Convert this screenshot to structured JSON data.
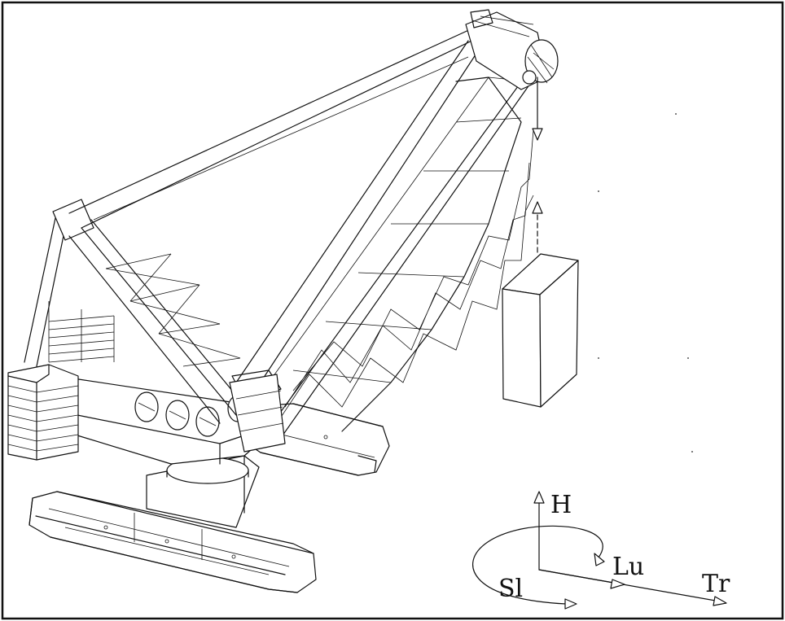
{
  "diagram": {
    "axis_labels": {
      "h": "H",
      "lu": "Lu",
      "tr": "Tr",
      "sl": "Sl"
    },
    "colors": {
      "line": "#111111",
      "background": "#ffffff"
    }
  }
}
